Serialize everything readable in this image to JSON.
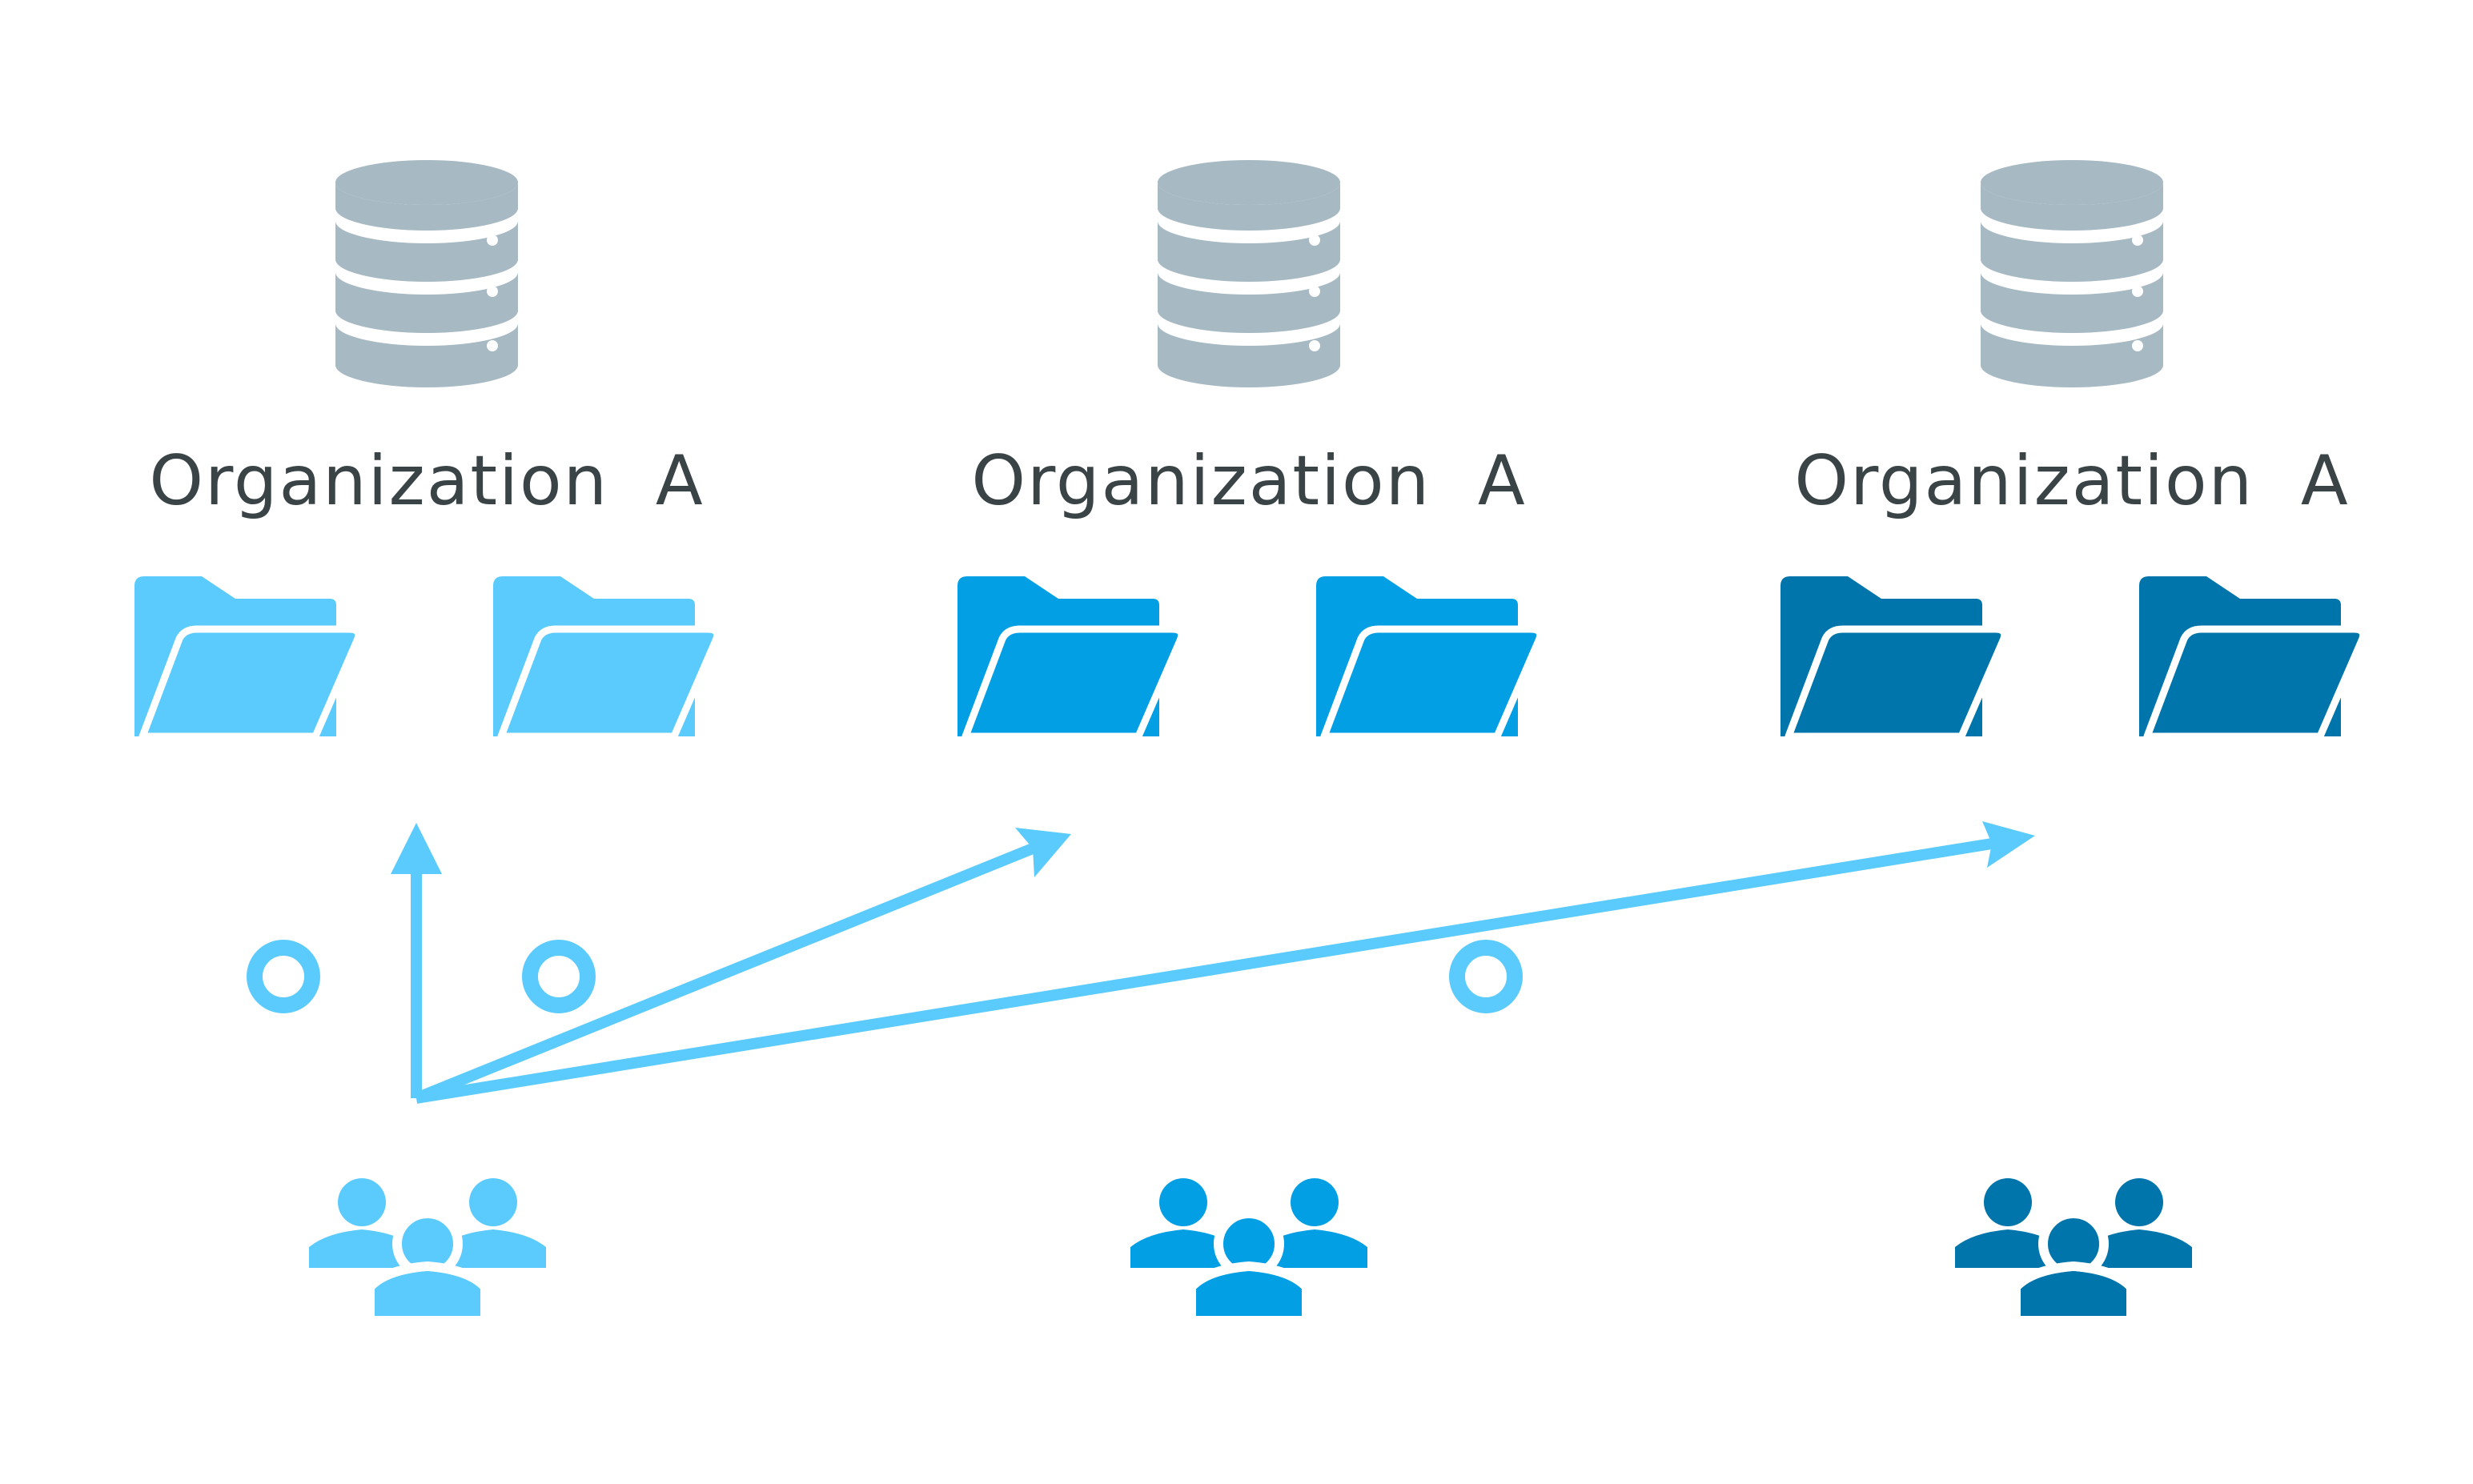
{
  "colors": {
    "database": "#a7b9c3",
    "label_text": "#3a4447",
    "light_blue": "#5bcbfd",
    "mid_blue": "#029fe5",
    "dark_blue": "#0075ab",
    "background": "#ffffff"
  },
  "organizations": [
    {
      "label": "Organization  A",
      "accent": "#5bcbfd",
      "icons": [
        "database-icon",
        "folder-icon",
        "folder-icon",
        "user-group-icon"
      ]
    },
    {
      "label": "Organization  A",
      "accent": "#029fe5",
      "icons": [
        "database-icon",
        "folder-icon",
        "folder-icon",
        "user-group-icon"
      ]
    },
    {
      "label": "Organization  A",
      "accent": "#0075ab",
      "icons": [
        "database-icon",
        "folder-icon",
        "folder-icon",
        "user-group-icon"
      ]
    }
  ],
  "access": [
    {
      "from": 0,
      "to": 0,
      "status_icon": "circle-ok-icon"
    },
    {
      "from": 0,
      "to": 1,
      "status_icon": "circle-ok-icon"
    },
    {
      "from": 0,
      "to": 2,
      "status_icon": "circle-ok-icon"
    }
  ]
}
